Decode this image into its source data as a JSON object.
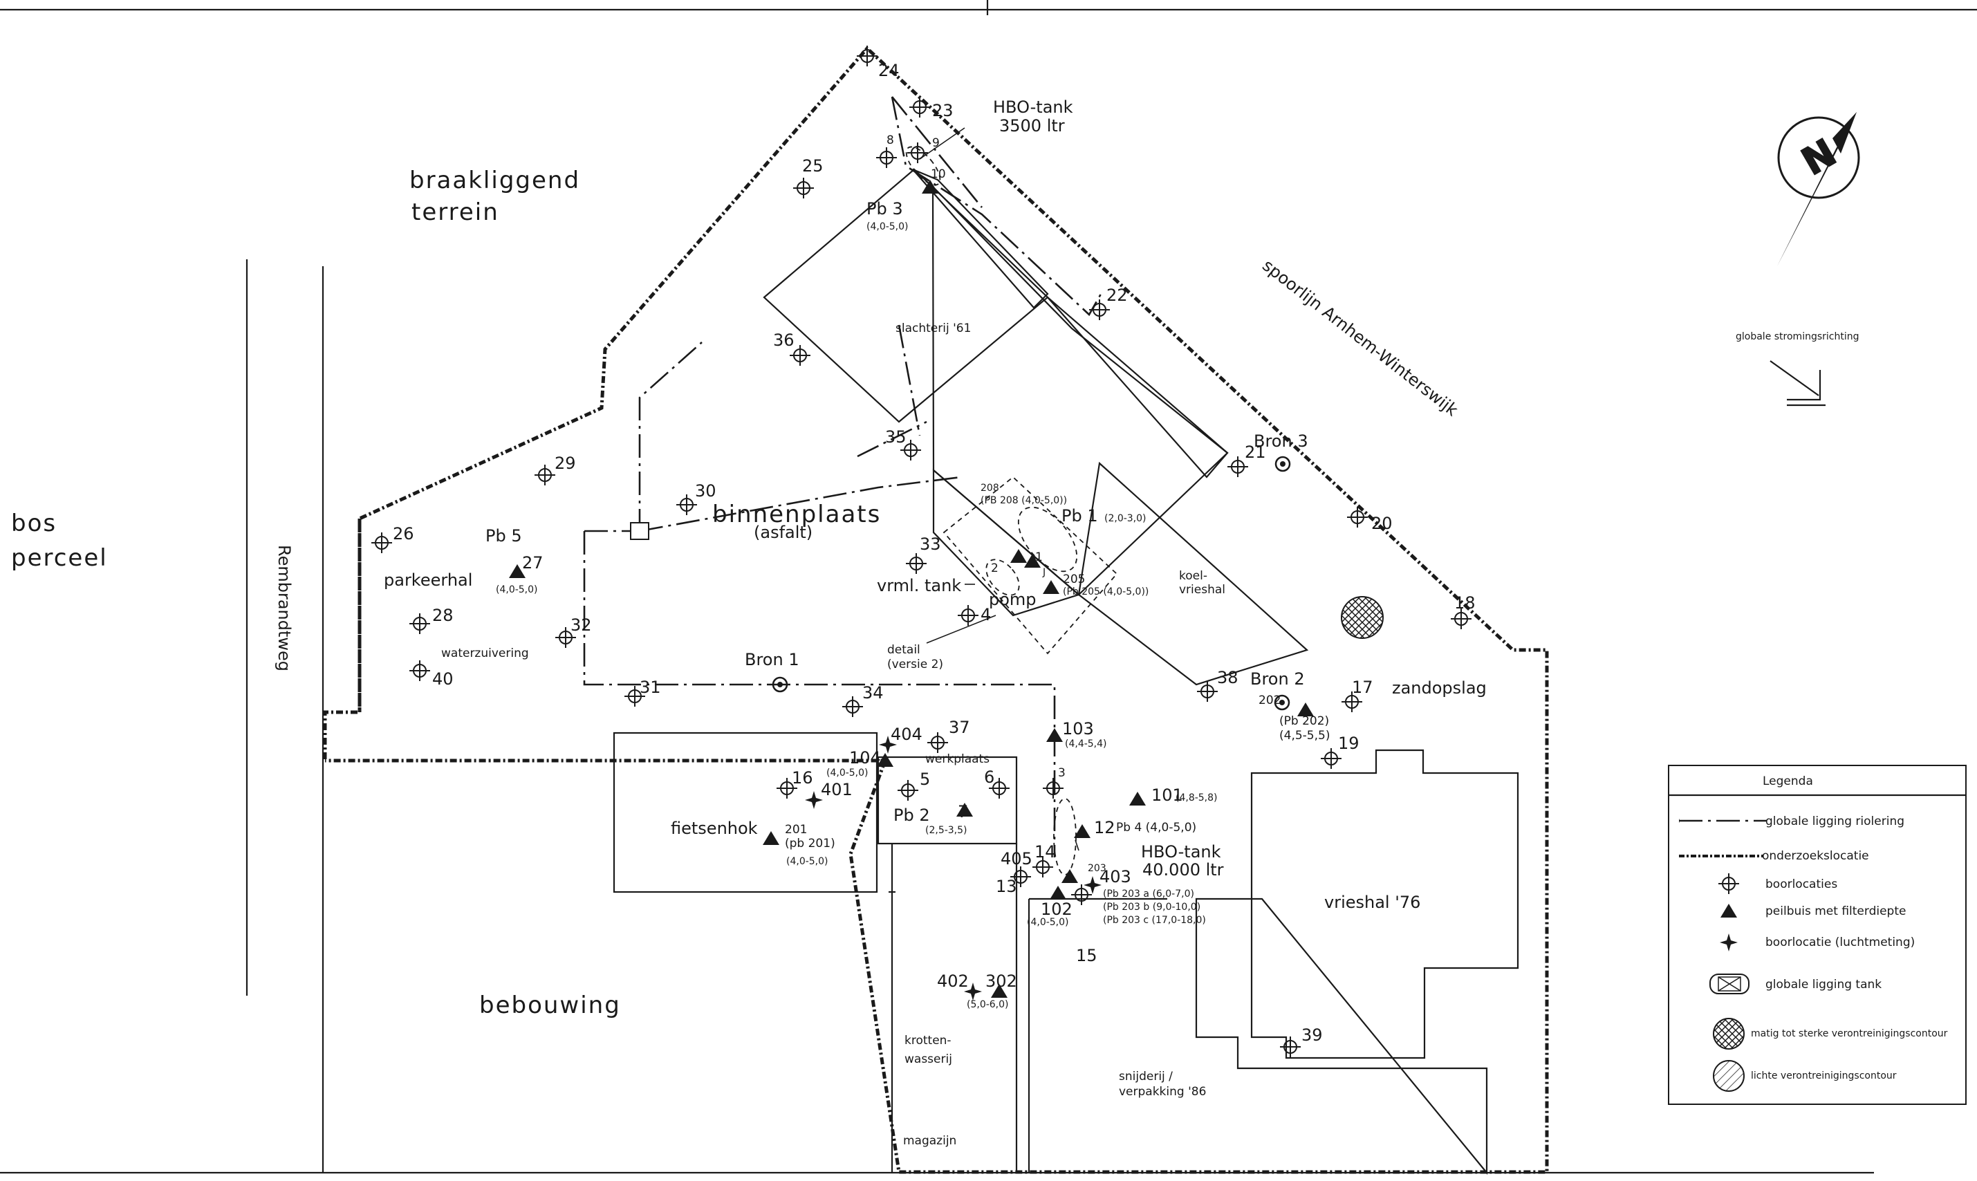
{
  "areas": {
    "bos": "bos",
    "perceel": "perceel",
    "braakliggend": "braakliggend",
    "terrein": "terrein",
    "bebouwing": "bebouwing",
    "road": "Rembrandtweg",
    "rail": "spoorlijn Arnhem-Winterswijk",
    "parkeerhal": "parkeerhal",
    "waterzuivering": "waterzuivering",
    "binnenplaats": "binnenplaats",
    "asfalt": "(asfalt)",
    "slachterij": "slachterij '61",
    "koelvrieshal_1": "koel-",
    "koelvrieshal_2": "vrieshal",
    "vrml_tank": "vrml. tank",
    "pomp": "pomp",
    "detail_1": "detail",
    "detail_2": "(versie 2)",
    "zandopslag": "zandopslag",
    "werkplaats": "werkplaats",
    "fietsenhok": "fietsenhok",
    "vrieshal76": "vrieshal '76",
    "krotten_1": "krotten-",
    "krotten_2": "wasserij",
    "magazijn": "magazijn",
    "snijderij_1": "snijderij /",
    "snijderij_2": "verpakking '86",
    "hbo1_1": "HBO-tank",
    "hbo1_2": "3500 ltr",
    "hbo2_1": "HBO-tank",
    "hbo2_2": "40.000 ltr",
    "bron1": "Bron 1",
    "bron2": "Bron 2",
    "bron3": "Bron 3",
    "pb5": "Pb 5",
    "pb3": "Pb 3",
    "pb3_depth": "(4,0-5,0)",
    "pb1": "Pb 1",
    "pb1_depth": "(2,0-3,0)",
    "pb2": "Pb 2",
    "pb4": "Pb 4 (4,0-5,0)",
    "pb201_1": "(pb 201)",
    "pb201_2": "(4,0-5,0)",
    "pb202_1": "(Pb 202)",
    "pb202_2": "(4,5-5,5)",
    "pb205": "(Pb 205 (4,0-5,0))",
    "pb208_1": "208",
    "pb208_2": "(PB 208 (4,0-5,0))",
    "pb203a": "(Pb 203 a (6,0-7,0)",
    "pb203b": "(Pb 203 b (9,0-10,0)",
    "pb203c": "(Pb 203 c (17,0-18,0)",
    "d27": "(4,0-5,0)",
    "d104": "(4,0-5,0)",
    "d103": "(4,4-5,4)",
    "d101": "(4,8-5,8)",
    "d7": "(2,5-3,5)",
    "d102": "(4,0-5,0)",
    "d302": "(5,0-6,0)",
    "j": "J"
  },
  "points": {
    "p24": "24",
    "p23": "23",
    "p9": "9",
    "p8": "8",
    "p10": "10",
    "p25": "25",
    "p22": "22",
    "p36": "36",
    "p35": "35",
    "p29": "29",
    "p30": "30",
    "p26": "26",
    "p27": "27",
    "p28": "28",
    "p32": "32",
    "p40": "40",
    "p33": "33",
    "p4": "4",
    "p205": "205",
    "p21": "21",
    "p20": "20",
    "p18": "18",
    "p31": "31",
    "p34": "34",
    "p38": "38",
    "p202": "202",
    "p17": "17",
    "p19": "19",
    "p103": "103",
    "p37": "37",
    "p404": "404",
    "p104": "104",
    "p5": "5",
    "p6": "6",
    "p7": "7",
    "p3": "3",
    "p16": "16",
    "p401": "401",
    "p201": "201",
    "p101": "101",
    "p12": "12",
    "p14": "14",
    "p405": "405",
    "p13": "13",
    "p403": "403",
    "p203": "203",
    "p102": "102",
    "p15": "15",
    "p402": "402",
    "p302": "302",
    "p39": "39",
    "p1": "1",
    "p2": "2"
  },
  "compass": {
    "north": "N",
    "flow": "globale stromingsrichting"
  },
  "legend": {
    "title": "Legenda",
    "items": [
      "globale ligging riolering",
      "onderzoekslocatie",
      "boorlocaties",
      "peilbuis met filterdiepte",
      "boorlocatie (luchtmeting)",
      "globale ligging tank",
      "matig tot sterke verontreinigingscontour",
      "lichte verontreinigingscontour"
    ]
  }
}
